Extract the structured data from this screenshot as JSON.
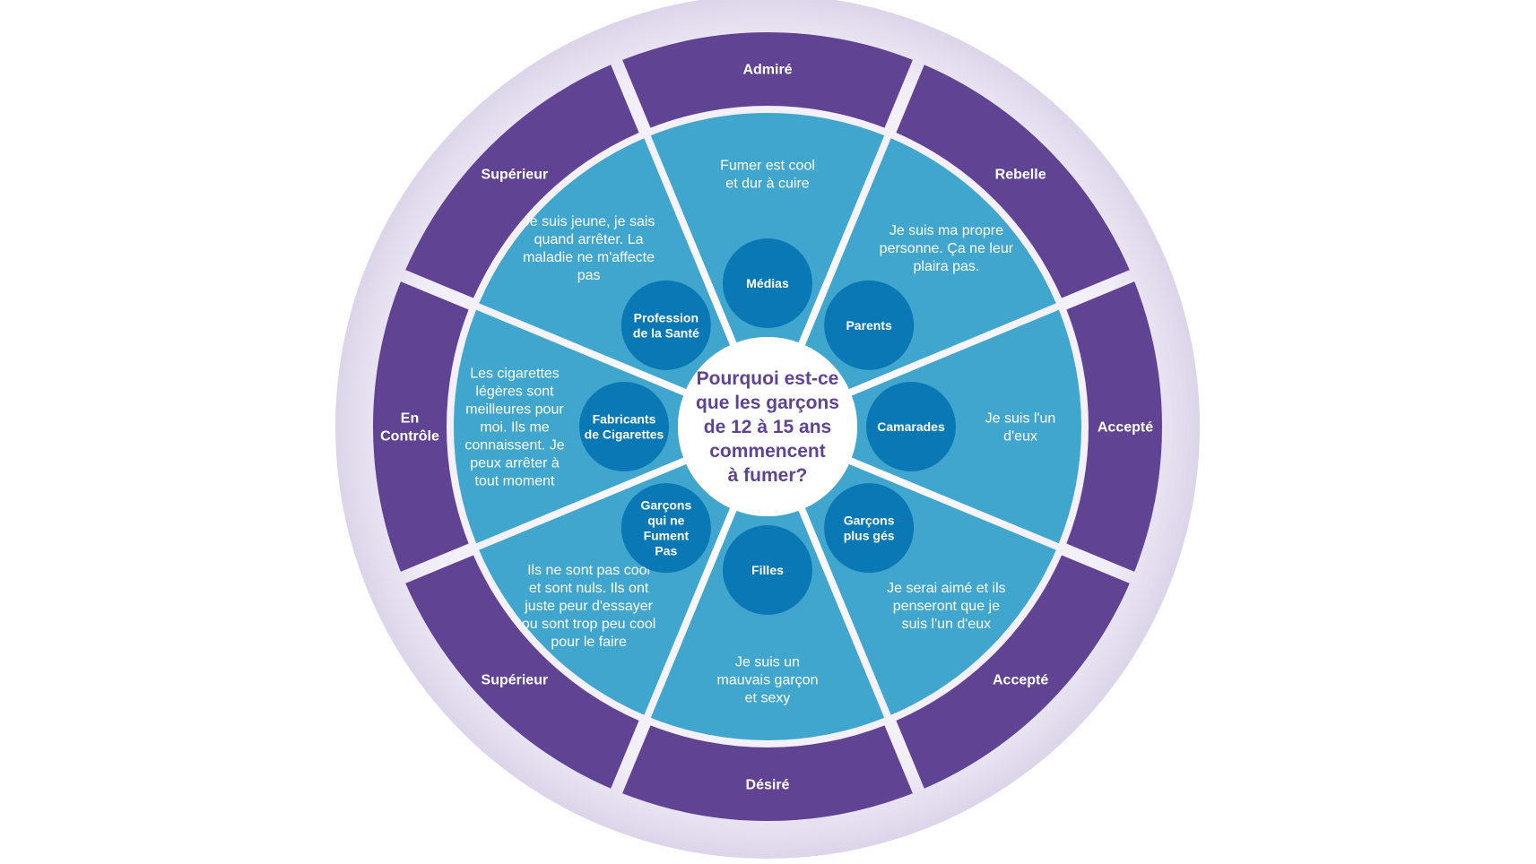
{
  "center_question": [
    "Pourquoi est-ce",
    "que les garçons",
    "de 12 à 15 ans",
    "commencent",
    "à fumer?"
  ],
  "colors": {
    "outer_ring": "#614394",
    "inner_segment": "#41A6CE",
    "influencer_circle": "#0A78B4",
    "center_text": "#5E4493",
    "halo": "#E4DFEE",
    "white_text": "#ffffff"
  },
  "sectors": [
    {
      "feeling": [
        "Admiré"
      ],
      "belief": [
        "Fumer est cool",
        "et dur à cuire"
      ],
      "influencer": [
        "Médias"
      ]
    },
    {
      "feeling": [
        "Rebelle"
      ],
      "belief": [
        "Je suis ma propre",
        "personne. Ça ne leur",
        "plaira pas."
      ],
      "influencer": [
        "Parents"
      ]
    },
    {
      "feeling": [
        "Accepté"
      ],
      "belief": [
        "Je suis l'un",
        "d'eux"
      ],
      "influencer": [
        "Camarades"
      ]
    },
    {
      "feeling": [
        "Accepté"
      ],
      "belief": [
        "Je serai aimé et ils",
        "penseront que je",
        "suis l'un d'eux"
      ],
      "influencer": [
        "Garçons",
        "plus  gés"
      ]
    },
    {
      "feeling": [
        "Désiré"
      ],
      "belief": [
        "Je suis un",
        "mauvais garçon",
        "et sexy"
      ],
      "influencer": [
        "Filles"
      ]
    },
    {
      "feeling": [
        "Supérieur"
      ],
      "belief": [
        "Ils ne sont pas cool",
        "et sont nuls. Ils ont",
        "juste peur d'essayer",
        "ou sont trop peu cool",
        "pour le faire"
      ],
      "influencer": [
        "Garçons",
        "qui ne",
        "Fument",
        "Pas"
      ]
    },
    {
      "feeling": [
        "En",
        "Contrôle"
      ],
      "belief": [
        "Les cigarettes",
        "légères sont",
        "meilleures pour",
        "moi. Ils me",
        "connaissent. Je",
        "peux arrêter à",
        "tout moment"
      ],
      "influencer": [
        "Fabricants",
        "de Cigarettes"
      ]
    },
    {
      "feeling": [
        "Supérieur"
      ],
      "belief": [
        "Je suis jeune, je sais",
        "quand arrêter. La",
        "maladie ne m'affecte",
        "pas"
      ],
      "influencer": [
        "Profession",
        "de la Santé"
      ]
    }
  ]
}
